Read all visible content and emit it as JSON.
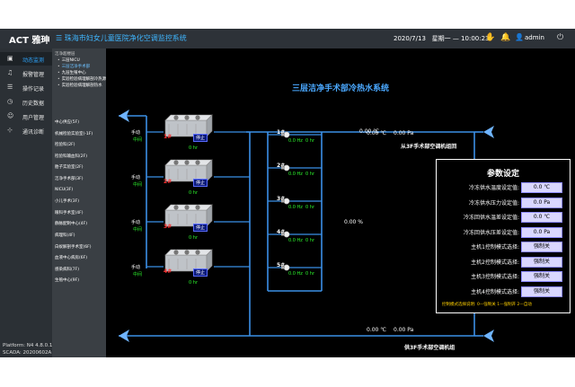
{
  "header": {
    "logo": "ACT 雅珅",
    "app_title": "☰ 珠海市妇女儿童医院净化空调监控系统",
    "date": "2020/7/13",
    "weekday": "星期一",
    "time": "10:00:23",
    "user": "admin"
  },
  "nav": {
    "items": [
      {
        "label": "动态监测",
        "icon": "monitor-icon"
      },
      {
        "label": "报警管理",
        "icon": "bell-icon"
      },
      {
        "label": "操作记录",
        "icon": "document-icon"
      },
      {
        "label": "历史数据",
        "icon": "clock-icon"
      },
      {
        "label": "用户管理",
        "icon": "user-icon"
      },
      {
        "label": "通讯诊断",
        "icon": "signal-icon"
      }
    ]
  },
  "platform": {
    "line1": "Platform: N4 4.8.0.110",
    "line2": "SCADA: 20200602A"
  },
  "subnav": {
    "header": "洁净超楼层",
    "items": [
      {
        "label": "三层NICU",
        "child": true,
        "sel": false
      },
      {
        "label": "三层洁净手术部",
        "child": true,
        "sel": true
      },
      {
        "label": "九层生殖中心",
        "child": true,
        "sel": false
      },
      {
        "label": "实验检验病理解剖冷热源",
        "child": true,
        "sel": false
      },
      {
        "label": "实验检验病理解剖热水",
        "child": true,
        "sel": false
      },
      {
        "label": "中心供应(5F)",
        "child": false,
        "sel": false
      },
      {
        "label": "机械检验实验室(-1F)",
        "child": false,
        "sel": false
      },
      {
        "label": "检验科(2F)",
        "child": false,
        "sel": false
      },
      {
        "label": "检验科输血科(2F)",
        "child": false,
        "sel": false
      },
      {
        "label": "胎子实验室(2F)",
        "child": false,
        "sel": false
      },
      {
        "label": "洁净手术部(3F)",
        "child": false,
        "sel": false
      },
      {
        "label": "NICU(3F)",
        "child": false,
        "sel": false
      },
      {
        "label": "小儿手术(3F)",
        "child": false,
        "sel": false
      },
      {
        "label": "眼科手术室(4F)",
        "child": false,
        "sel": false
      },
      {
        "label": "静脉配制中心(4F)",
        "child": false,
        "sel": false
      },
      {
        "label": "病理科(4F)",
        "child": false,
        "sel": false
      },
      {
        "label": "白蚁解剖手术室(6F)",
        "child": false,
        "sel": false
      },
      {
        "label": "血液中心病房(6F)",
        "child": false,
        "sel": false
      },
      {
        "label": "感染病科(7F)",
        "child": false,
        "sel": false
      },
      {
        "label": "生殖中心(9F)",
        "child": false,
        "sel": false
      }
    ]
  },
  "diagram": {
    "title": "三层洁净手术部冷热水系统",
    "supply_temp": "0.00 ℃",
    "supply_pressure": "0.00 Pa",
    "return_temp": "0.00 ℃",
    "return_pressure": "0.00 Pa",
    "from_label": "从3F手术部空调机组回",
    "to_label": "供3F手术部空调机组",
    "valve_pct": "0.00 %",
    "header_temp": "0.00 ℃",
    "chillers": [
      {
        "id": "1#",
        "mode": "手动",
        "mode2": "中间",
        "state": "停止",
        "hours": "0 hr"
      },
      {
        "id": "2#",
        "mode": "手动",
        "mode2": "中间",
        "state": "停止",
        "hours": "0 hr"
      },
      {
        "id": "3#",
        "mode": "手动",
        "mode2": "中间",
        "state": "停止",
        "hours": "0 hr"
      },
      {
        "id": "4#",
        "mode": "手动",
        "mode2": "中间",
        "state": "停止",
        "hours": "0 hr"
      }
    ],
    "pumps": [
      {
        "id": "1#",
        "hz": "0.0 Hz",
        "hours": "0 hr"
      },
      {
        "id": "2#",
        "hz": "0.0 Hz",
        "hours": "0 hr"
      },
      {
        "id": "3#",
        "hz": "0.0 Hz",
        "hours": "0 hr"
      },
      {
        "id": "4#",
        "hz": "0.0 Hz",
        "hours": "0 hr"
      },
      {
        "id": "5#",
        "hz": "0.0 Hz",
        "hours": "0 hr"
      }
    ]
  },
  "params": {
    "title": "参数设定",
    "rows": [
      {
        "label": "冷冻供水温度设定值:",
        "value": "0.0 ℃"
      },
      {
        "label": "冷冻供水压力设定值:",
        "value": "0.0 Pa"
      },
      {
        "label": "冷冻回供水温差设定值:",
        "value": "0.0 ℃"
      },
      {
        "label": "冷冻回供水压差设定值:",
        "value": "0.0 Pa"
      },
      {
        "label": "主机1控制模式选择:",
        "value": "强制关"
      },
      {
        "label": "主机2控制模式选择:",
        "value": "强制关"
      },
      {
        "label": "主机3控制模式选择:",
        "value": "强制关"
      },
      {
        "label": "主机4控制模式选择:",
        "value": "强制关"
      }
    ],
    "note": "控制模式选择说明: 0—强制关 1—强制开 2—自动"
  },
  "colors": {
    "pipe": "#3b8fe6",
    "accent": "#2ea6ff",
    "run_green": "#2cf52c",
    "alarm_red": "#ff3030"
  }
}
